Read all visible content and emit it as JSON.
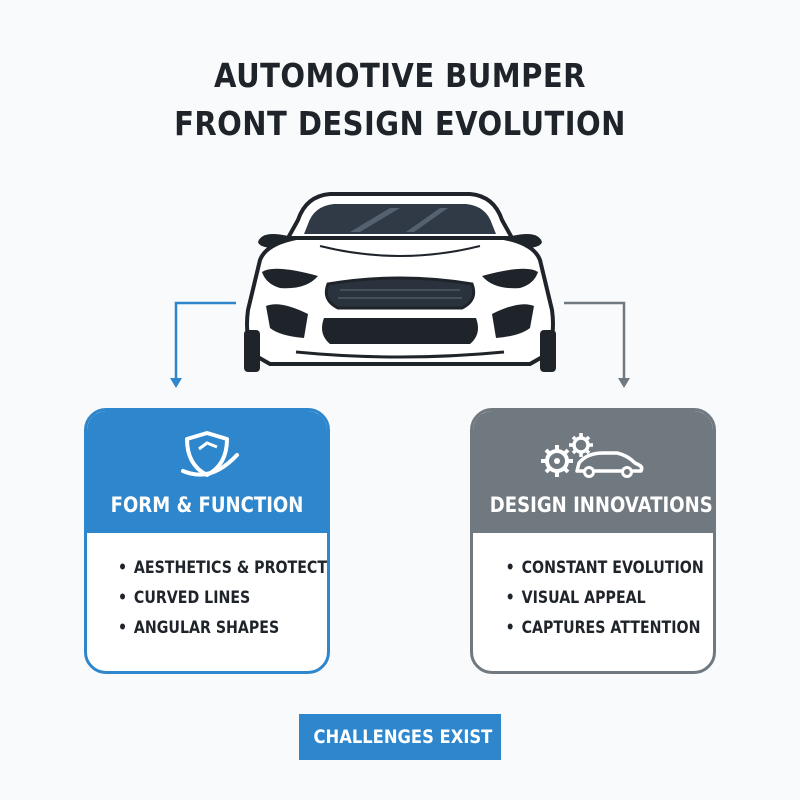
{
  "title": {
    "line1": "AUTOMOTIVE BUMPER",
    "line2": "FRONT DESIGN EVOLUTION"
  },
  "colors": {
    "accent_blue": "#2e86cc",
    "accent_gray": "#707880",
    "text_dark": "#1f242b",
    "background": "#f9fafb"
  },
  "cards": [
    {
      "title": "FORM & FUNCTION",
      "icon": "shield-icon",
      "items": [
        "AESTHETICS & PROTECTION",
        "CURVED LINES",
        "ANGULAR SHAPES"
      ]
    },
    {
      "title": "DESIGN INNOVATIONS",
      "icon": "gears-car-icon",
      "items": [
        "CONSTANT EVOLUTION",
        "VISUAL APPEAL",
        "CAPTURES ATTENTION"
      ]
    }
  ],
  "footer": {
    "banner": "CHALLENGES EXIST"
  }
}
